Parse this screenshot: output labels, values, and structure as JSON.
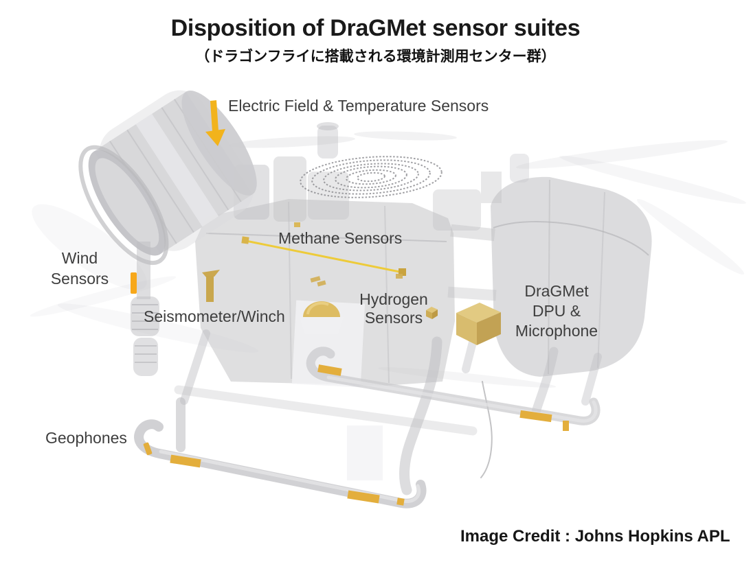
{
  "slide": {
    "title": "Disposition of DraGMet sensor suites",
    "subtitle": "（ドラゴンフライに搭載される環境計測用センター群）",
    "credit": "Image Credit : Johns Hopkins APL"
  },
  "labels": {
    "electric_field": "Electric Field & Temperature Sensors",
    "wind": {
      "line1": "Wind",
      "line2": "Sensors"
    },
    "methane": "Methane Sensors",
    "seismometer": "Seismometer/Winch",
    "hydrogen": {
      "line1": "Hydrogen",
      "line2": "Sensors"
    },
    "dragmet_dpu": {
      "line1": "DraGMet",
      "line2": "DPU &",
      "line3": "Microphone"
    },
    "geophones": "Geophones"
  },
  "colors": {
    "highlight_yellow": "#f2b31c",
    "methane_line_yellow": "#edcb3a",
    "sensor_gold": "#d2ab55",
    "dpu_cube_top": "#e2ca82",
    "geophone_gold": "#e3ae3c",
    "body_gray": "#c9c9cc",
    "label_text": "#3e3e3e"
  },
  "icons": {
    "pointer": "down-arrow-icon"
  }
}
